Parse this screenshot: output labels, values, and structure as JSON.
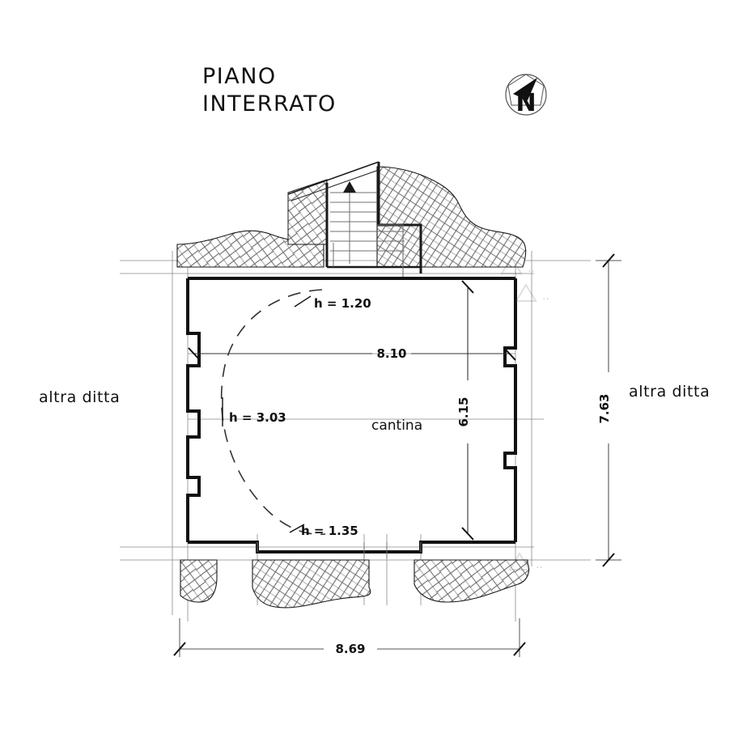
{
  "drawing": {
    "title_line1": "PIANO",
    "title_line2": "INTERRATO",
    "compass_letter": "N",
    "compass_name": "north-arrow"
  },
  "labels": {
    "left_neighbor": "altra  ditta",
    "right_neighbor": "altra  ditta",
    "room_name": "cantina"
  },
  "heights": {
    "top": "h = 1.20",
    "middle": "h = 3.03",
    "bottom": "h = 1.35"
  },
  "dimensions": {
    "interior_width": "8.10",
    "interior_height": "6.15",
    "overall_height": "7.63",
    "overall_width": "8.69"
  },
  "colors": {
    "ink": "#111111",
    "thin_line": "#555555",
    "hatch": "#6a6a6a",
    "paper": "#ffffff"
  }
}
